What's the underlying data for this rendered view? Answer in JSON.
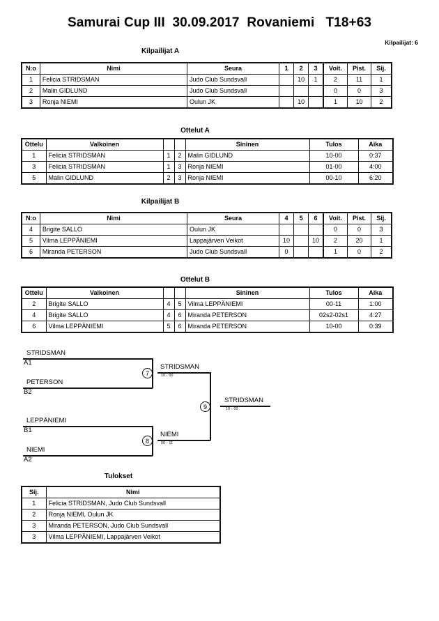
{
  "header": {
    "title": "Samurai Cup III  30.09.2017  Rovaniemi   T18+63",
    "competitors_label": "Kilpailijat: 6"
  },
  "pool_a": {
    "caption": "Kilpailijat A",
    "columns": [
      "N:o",
      "Nimi",
      "Seura",
      "1",
      "2",
      "3",
      "Voit.",
      "Pist.",
      "Sij."
    ],
    "rows": [
      {
        "no": "1",
        "name": "Felicia STRIDSMAN",
        "club": "Judo Club Sundsvall",
        "m1": "",
        "m2": "10",
        "m3": "1",
        "wins": "2",
        "points": "11",
        "rank": "1"
      },
      {
        "no": "2",
        "name": "Malin GIDLUND",
        "club": "Judo Club Sundsvall",
        "m1": "",
        "m2": "",
        "m3": "",
        "wins": "0",
        "points": "0",
        "rank": "3"
      },
      {
        "no": "3",
        "name": "Ronja NIEMI",
        "club": "Oulun JK",
        "m1": "",
        "m2": "10",
        "m3": "",
        "wins": "1",
        "points": "10",
        "rank": "2"
      }
    ]
  },
  "matches_a": {
    "caption": "Ottelut A",
    "columns": [
      "Ottelu",
      "Valkoinen",
      "",
      "",
      "Sininen",
      "Tulos",
      "Aika"
    ],
    "rows": [
      {
        "id": "1",
        "white": "Felicia STRIDSMAN",
        "wn": "1",
        "bn": "2",
        "blue": "Malin GIDLUND",
        "result": "10-00",
        "time": "0:37"
      },
      {
        "id": "3",
        "white": "Felicia STRIDSMAN",
        "wn": "1",
        "bn": "3",
        "blue": "Ronja NIEMI",
        "result": "01-00",
        "time": "4:00"
      },
      {
        "id": "5",
        "white": "Malin GIDLUND",
        "wn": "2",
        "bn": "3",
        "blue": "Ronja NIEMI",
        "result": "00-10",
        "time": "6:20"
      }
    ]
  },
  "pool_b": {
    "caption": "Kilpailijat B",
    "columns": [
      "N:o",
      "Nimi",
      "Seura",
      "4",
      "5",
      "6",
      "Voit.",
      "Pist.",
      "Sij."
    ],
    "rows": [
      {
        "no": "4",
        "name": "Brigite SALLO",
        "club": "Oulun JK",
        "m1": "",
        "m2": "",
        "m3": "",
        "wins": "0",
        "points": "0",
        "rank": "3"
      },
      {
        "no": "5",
        "name": "Vilma LEPPÄNIEMI",
        "club": "Lappajärven Veikot",
        "m1": "10",
        "m2": "",
        "m3": "10",
        "wins": "2",
        "points": "20",
        "rank": "1"
      },
      {
        "no": "6",
        "name": "Miranda PETERSON",
        "club": "Judo Club Sundsvall",
        "m1": "0",
        "m2": "",
        "m3": "",
        "wins": "1",
        "points": "0",
        "rank": "2"
      }
    ]
  },
  "matches_b": {
    "caption": "Ottelut B",
    "columns": [
      "Ottelu",
      "Valkoinen",
      "",
      "",
      "Sininen",
      "Tulos",
      "Aika"
    ],
    "rows": [
      {
        "id": "2",
        "white": "Brigite SALLO",
        "wn": "4",
        "bn": "5",
        "blue": "Vilma LEPPÄNIEMI",
        "result": "00-11",
        "time": "1:00"
      },
      {
        "id": "4",
        "white": "Brigite SALLO",
        "wn": "4",
        "bn": "6",
        "blue": "Miranda PETERSON",
        "result": "02s2-02s1",
        "time": "4:27"
      },
      {
        "id": "6",
        "white": "Vilma LEPPÄNIEMI",
        "wn": "5",
        "bn": "6",
        "blue": "Miranda PETERSON",
        "result": "10-00",
        "time": "0:39"
      }
    ]
  },
  "bracket": {
    "slots": [
      {
        "name": "STRIDSMAN",
        "seed": "A1"
      },
      {
        "name": "PETERSON",
        "seed": "B2"
      },
      {
        "name": "LEPPÄNIEMI",
        "seed": "B1"
      },
      {
        "name": "NIEMI",
        "seed": "A2"
      }
    ],
    "matches": [
      {
        "number": "7",
        "winner": "STRIDSMAN",
        "score": "10 - 00"
      },
      {
        "number": "8",
        "winner": "NIEMI",
        "score": "00 - 11"
      },
      {
        "number": "9",
        "winner": "STRIDSMAN",
        "score": "10 - 00"
      }
    ]
  },
  "results": {
    "caption": "Tulokset",
    "columns": [
      "Sij.",
      "Nimi"
    ],
    "rows": [
      {
        "rank": "1",
        "name": "Felicia STRIDSMAN, Judo Club Sundsvall"
      },
      {
        "rank": "2",
        "name": "Ronja NIEMI, Oulun JK"
      },
      {
        "rank": "3",
        "name": "Miranda PETERSON, Judo Club Sundsvall"
      },
      {
        "rank": "3",
        "name": "Vilma LEPPÄNIEMI, Lappajärven Veikot"
      }
    ]
  }
}
